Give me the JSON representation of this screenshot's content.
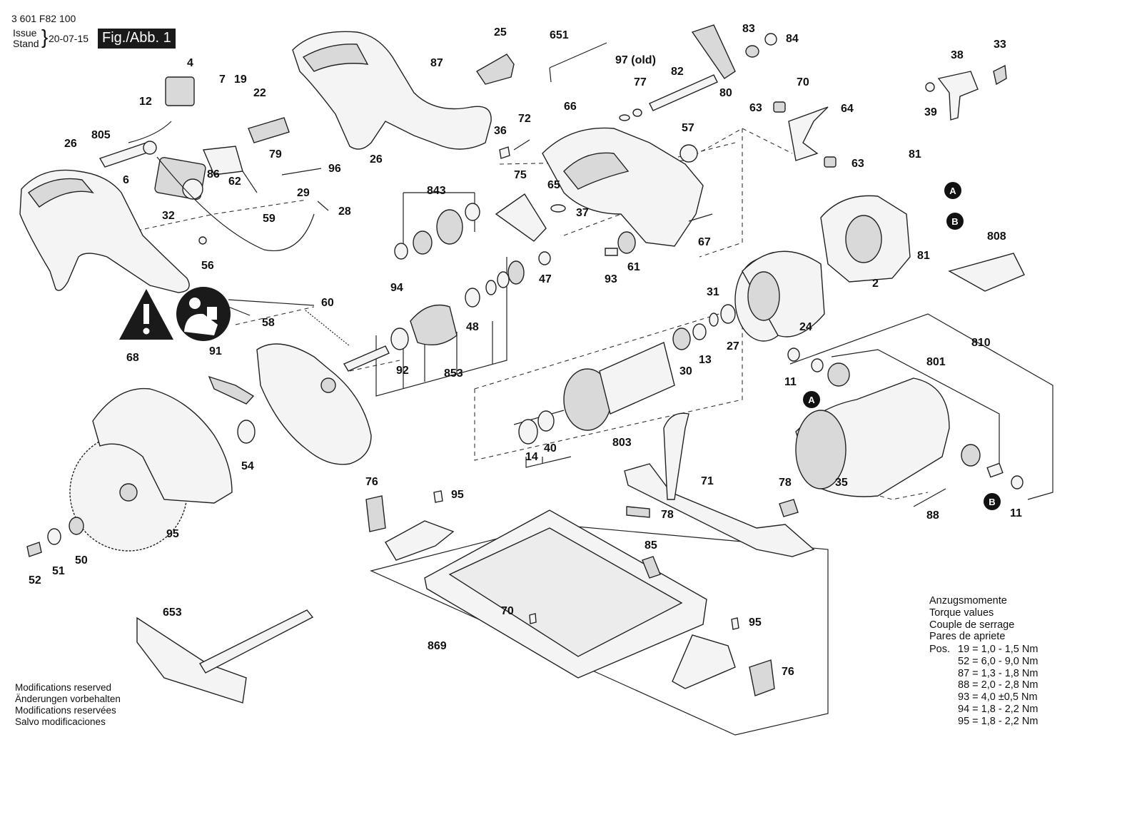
{
  "header": {
    "doc_number": "3 601 F82 100",
    "issue_label": "Issue",
    "stand_label": "Stand",
    "issue_date": "20-07-15",
    "figure_label": "Fig./Abb. 1"
  },
  "modifications_note": [
    "Modifications reserved",
    "Änderungen vorbehalten",
    "Modifications reservées",
    "Salvo modificaciones"
  ],
  "torque": {
    "headings": [
      "Anzugsmomente",
      "Torque values",
      "Couple de serrage",
      "Pares de apriete"
    ],
    "pos_label": "Pos.",
    "rows": [
      "19 = 1,0 - 1,5 Nm",
      "52 = 6,0 - 9,0 Nm",
      "87 = 1,3 - 1,8 Nm",
      "88 = 2,0 - 2,8 Nm",
      "93 = 4,0 ±0,5 Nm",
      "94 = 1,8 - 2,2 Nm",
      "95 = 1,8 - 2,2 Nm"
    ]
  },
  "connector_markers": [
    "A",
    "B"
  ],
  "part_labels": {
    "p4": "4",
    "p7": "7",
    "p19": "19",
    "p22": "22",
    "p12": "12",
    "p805": "805",
    "p26a": "26",
    "p6": "6",
    "p32": "32",
    "p86": "86",
    "p62": "62",
    "p79": "79",
    "p96": "96",
    "p29": "29",
    "p28": "28",
    "p59": "59",
    "p56": "56",
    "p26b": "26",
    "p87": "87",
    "p25": "25",
    "p651": "651",
    "p97old": "97 (old)",
    "p77": "77",
    "p82": "82",
    "p83": "83",
    "p84": "84",
    "p80": "80",
    "p38": "38",
    "p33": "33",
    "p39": "39",
    "p70a": "70",
    "p63a": "63",
    "p64": "64",
    "p63b": "63",
    "p36": "36",
    "p72": "72",
    "p66": "66",
    "p57": "57",
    "p81a": "81",
    "p81b": "81",
    "p843": "843",
    "p75": "75",
    "p65": "65",
    "p37": "37",
    "p67": "67",
    "p808": "808",
    "p93": "93",
    "p61": "61",
    "p2": "2",
    "p94": "94",
    "p48": "48",
    "p47": "47",
    "p60": "60",
    "p58": "58",
    "p31": "31",
    "p24": "24",
    "p27": "27",
    "p13": "13",
    "p30": "30",
    "p91": "91",
    "p92": "92",
    "p853": "853",
    "p68": "68",
    "p810": "810",
    "p801": "801",
    "p11a": "11",
    "p54": "54",
    "p803": "803",
    "p14": "14",
    "p40": "40",
    "p71": "71",
    "p35": "35",
    "p76a": "76",
    "p95a": "95",
    "p78a": "78",
    "p78b": "78",
    "p88": "88",
    "p11b": "11",
    "p95b": "95",
    "p52": "52",
    "p51": "51",
    "p50": "50",
    "p85": "85",
    "p653": "653",
    "p70b": "70",
    "p95c": "95",
    "p869": "869",
    "p76b": "76"
  },
  "colors": {
    "ink": "#111111",
    "fig_bg": "#1a1a1a",
    "part_fill": "#f4f4f4",
    "part_shade": "#d9d9d9"
  },
  "icons": [
    "warning-triangle-icon",
    "read-manual-icon"
  ]
}
